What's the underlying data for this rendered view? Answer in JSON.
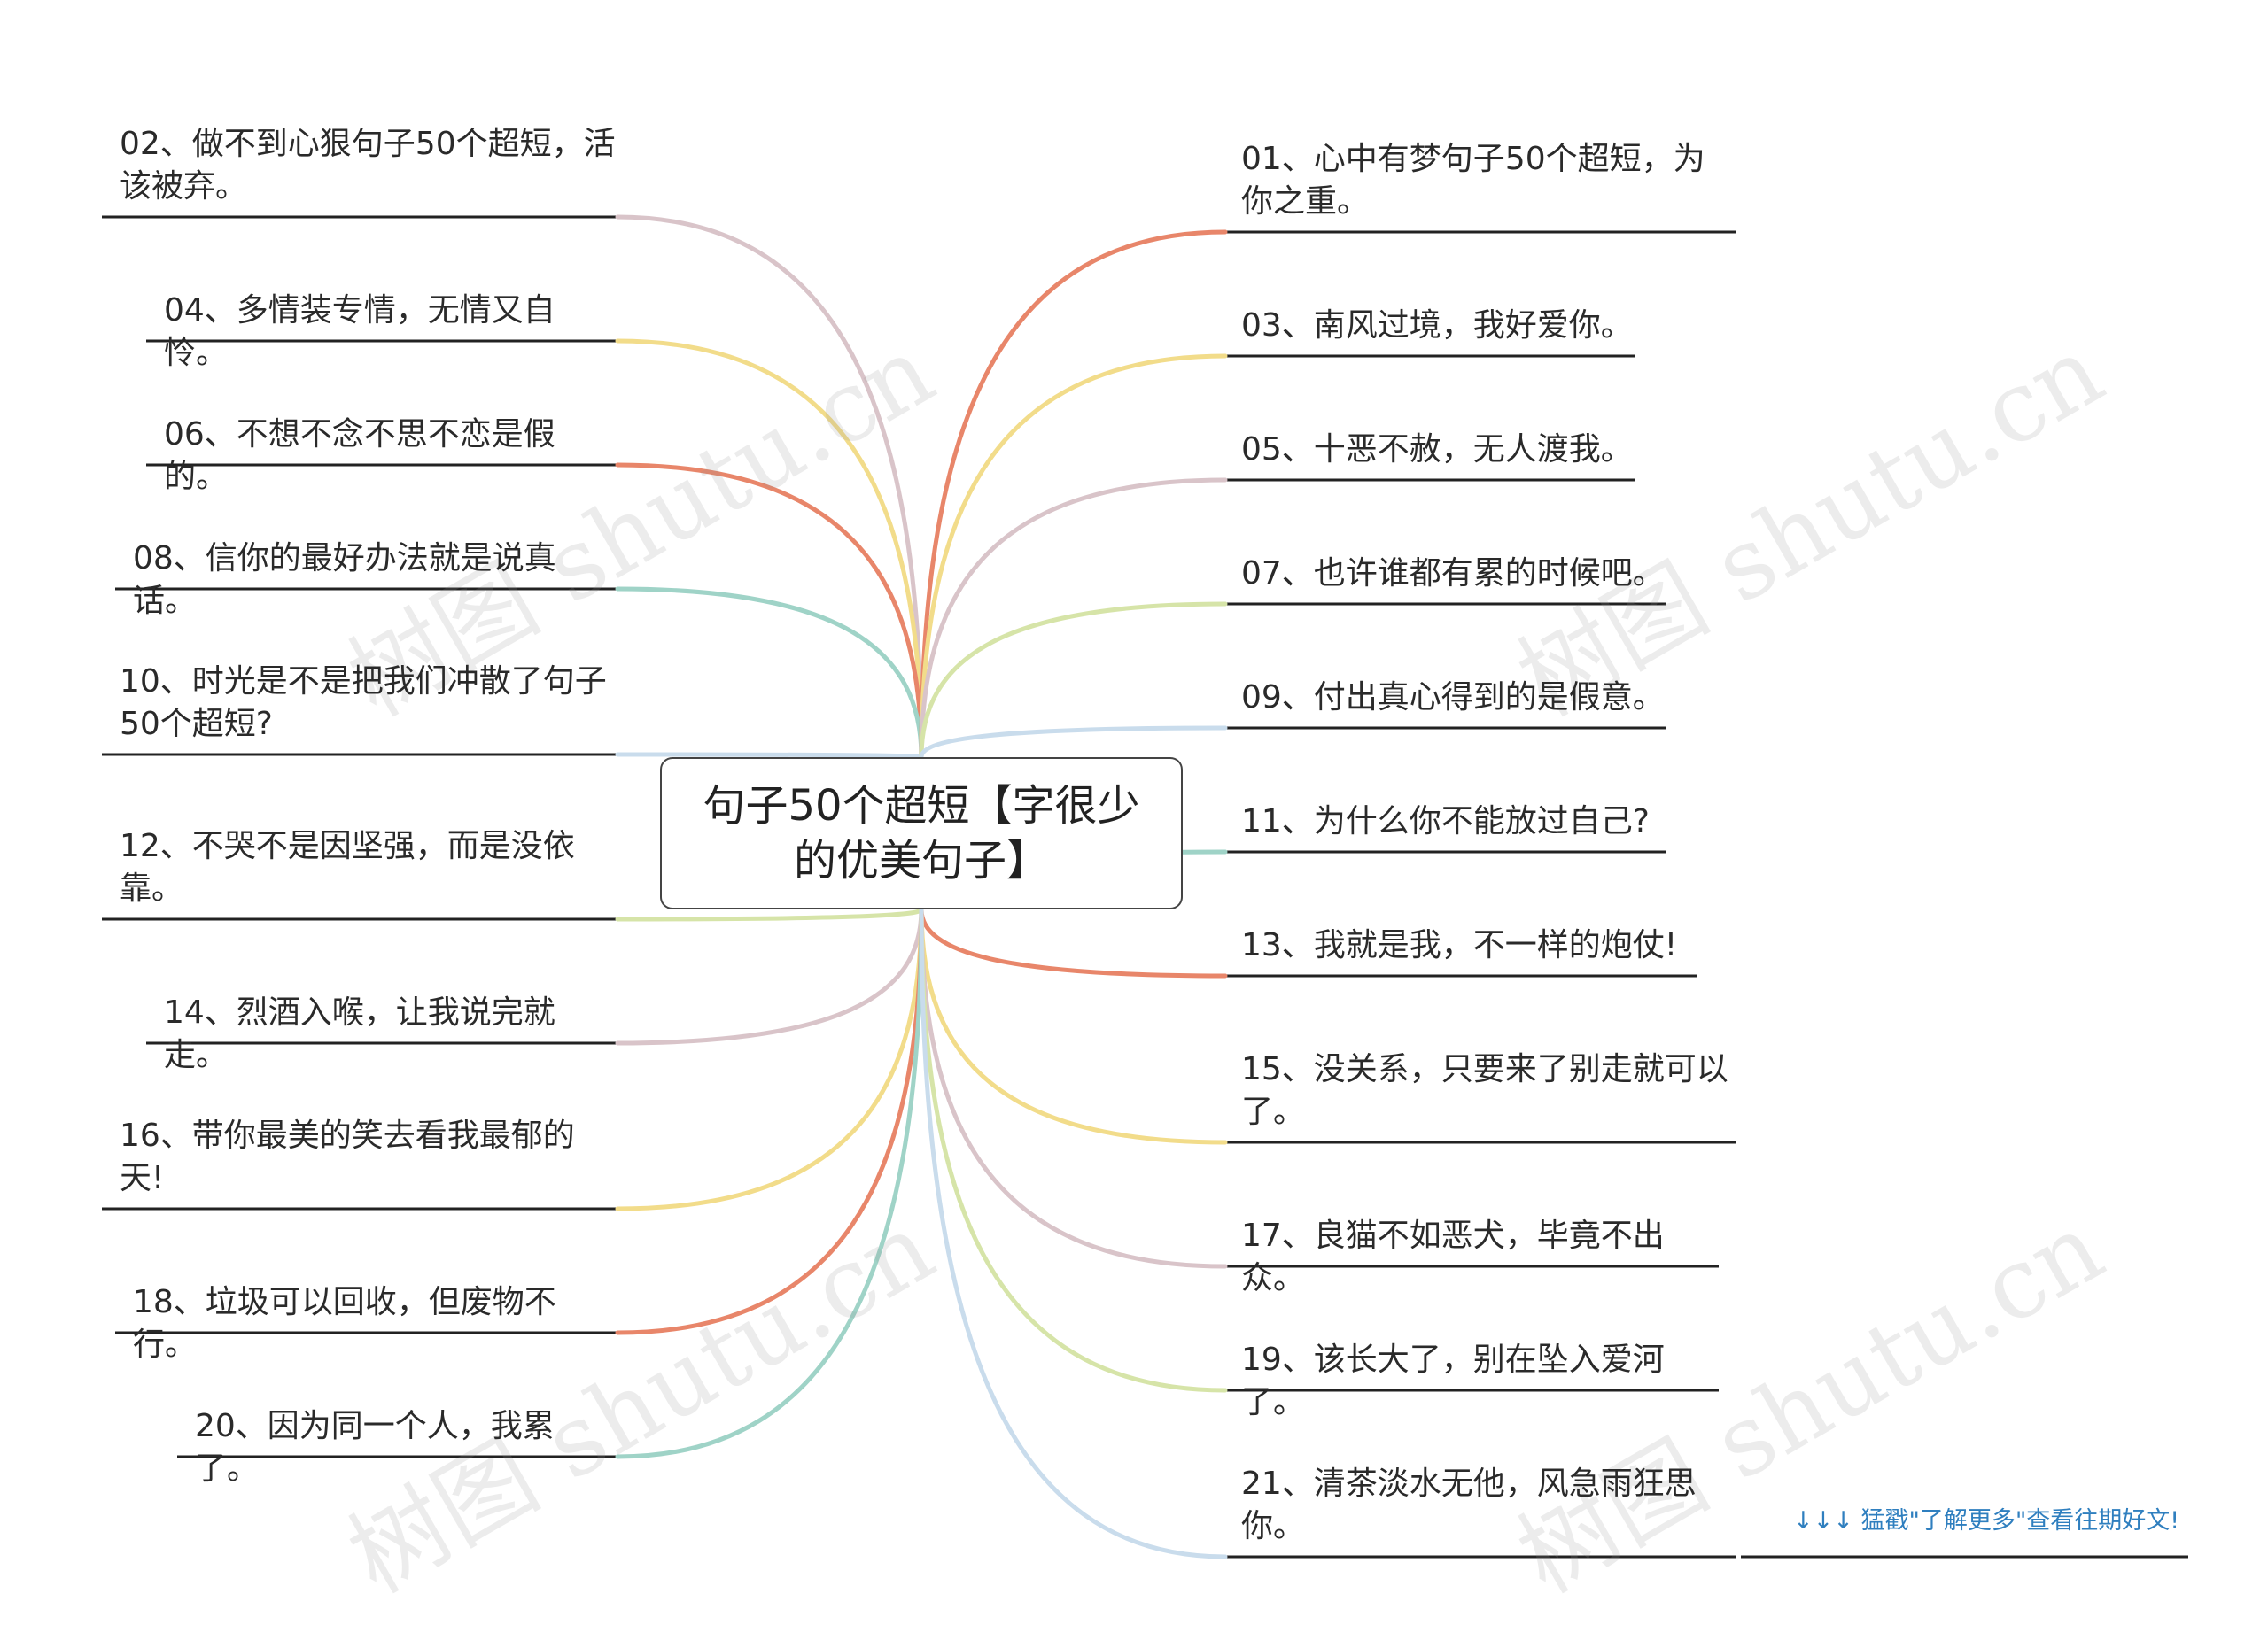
{
  "root": {
    "title": "句子50个超短【字很少的优美句子】"
  },
  "left_branches": [
    {
      "text": "02、做不到心狠句子50个超短，活该被弃。",
      "color": "#d9c4c9"
    },
    {
      "text": "04、多情装专情，无情又自怜。",
      "color": "#f2dc8a"
    },
    {
      "text": "06、不想不念不思不恋是假的。",
      "color": "#e8866a"
    },
    {
      "text": "08、信你的最好办法就是说真话。",
      "color": "#9fd3c7"
    },
    {
      "text": "10、时光是不是把我们冲散了句子50个超短?",
      "color": "#c9dcec"
    },
    {
      "text": "12、不哭不是因坚强，而是没依靠。",
      "color": "#d6e4a8"
    },
    {
      "text": "14、烈酒入喉，让我说完就走。",
      "color": "#d9c4c9"
    },
    {
      "text": "16、带你最美的笑去看我最郁的天!",
      "color": "#f2dc8a"
    },
    {
      "text": "18、垃圾可以回收，但废物不行。",
      "color": "#e8866a"
    },
    {
      "text": "20、因为同一个人，我累了。",
      "color": "#9fd3c7"
    }
  ],
  "right_branches": [
    {
      "text": "01、心中有梦句子50个超短，为你之重。",
      "color": "#e8866a"
    },
    {
      "text": "03、南风过境，我好爱你。",
      "color": "#f2dc8a"
    },
    {
      "text": "05、十恶不赦，无人渡我。",
      "color": "#d9c4c9"
    },
    {
      "text": "07、也许谁都有累的时候吧。",
      "color": "#d6e4a8"
    },
    {
      "text": "09、付出真心得到的是假意。",
      "color": "#c9dcec"
    },
    {
      "text": "11、为什么你不能放过自己?",
      "color": "#9fd3c7"
    },
    {
      "text": "13、我就是我，不一样的炮仗!",
      "color": "#e8866a"
    },
    {
      "text": "15、没关系，只要来了别走就可以了。",
      "color": "#f2dc8a"
    },
    {
      "text": "17、良猫不如恶犬，毕竟不出众。",
      "color": "#d9c4c9"
    },
    {
      "text": "19、该长大了，别在坠入爱河了。",
      "color": "#d6e4a8"
    },
    {
      "text": "21、清茶淡水无他，风急雨狂思你。",
      "color": "#c9dcec"
    }
  ],
  "more": {
    "label": "↓↓↓ 猛戳\"了解更多\"查看往期好文!"
  },
  "watermark": {
    "text": "树图 shutu.cn"
  }
}
